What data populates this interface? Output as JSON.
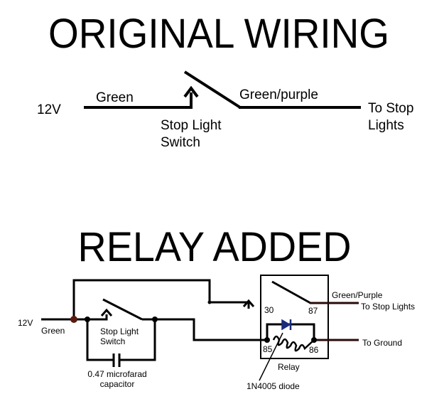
{
  "original": {
    "title": "ORIGINAL WIRING",
    "source_label": "12V",
    "wire_in_label": "Green",
    "switch_label_line1": "Stop Light",
    "switch_label_line2": "Switch",
    "wire_out_label": "Green/purple",
    "dest_label_line1": "To Stop",
    "dest_label_line2": "Lights"
  },
  "relay_added": {
    "title": "RELAY ADDED",
    "source_label": "12V",
    "wire_in_label": "Green",
    "switch_label_line1": "Stop Light",
    "switch_label_line2": "Switch",
    "capacitor_label_line1": "0.47 microfarad",
    "capacitor_label_line2": "capacitor",
    "relay_label": "Relay",
    "pins": {
      "p30": "30",
      "p87": "87",
      "p85": "85",
      "p86": "86"
    },
    "output_wire_label": "Green/Purple",
    "output_dest_label": "To Stop Lights",
    "ground_label": "To Ground",
    "diode_label": "1N4005 diode",
    "colors": {
      "diode": "#1a2a7a",
      "junction": "#5a1a10",
      "output_wire": "#2a0a0a"
    }
  }
}
